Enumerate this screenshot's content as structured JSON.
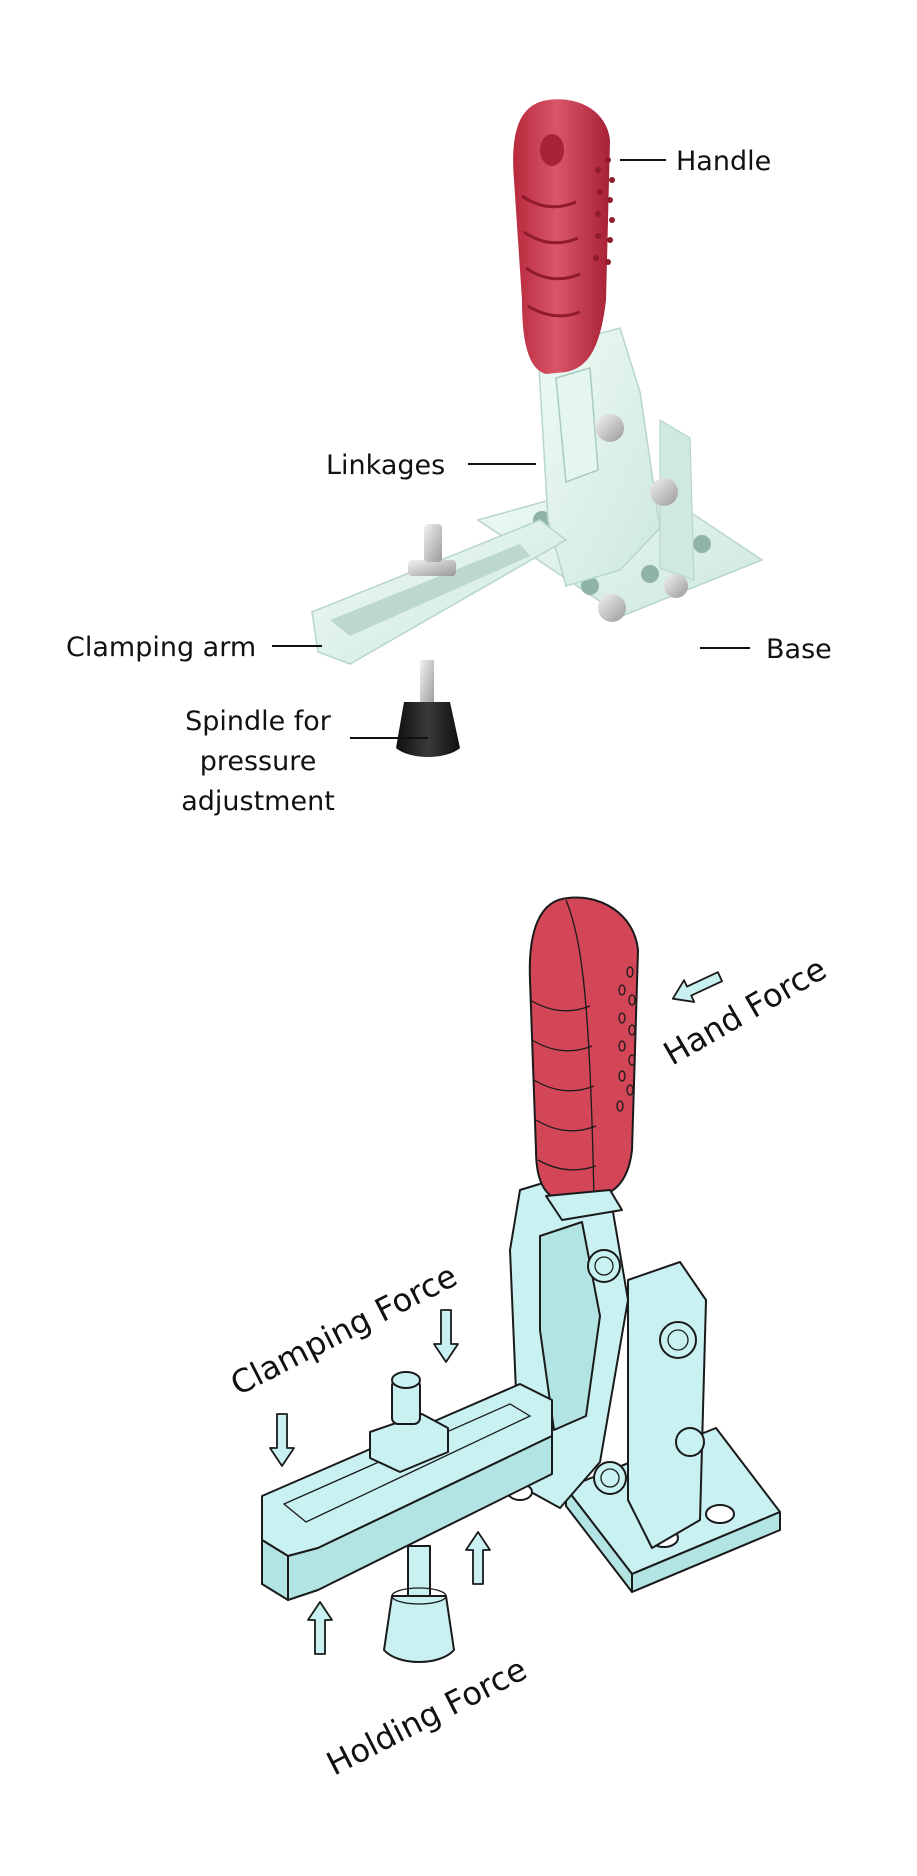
{
  "top_diagram": {
    "labels": {
      "handle": "Handle",
      "linkages": "Linkages",
      "clamping_arm": "Clamping arm",
      "base": "Base",
      "spindle_line1": "Spindle for",
      "spindle_line2": "pressure",
      "spindle_line3": "adjustment"
    }
  },
  "bottom_diagram": {
    "labels": {
      "hand_force": "Hand Force",
      "clamping_force": "Clamping Force",
      "holding_force": "Holding Force"
    }
  },
  "colors": {
    "handle_red": "#d24658",
    "metal_mint": "#dcf2ea",
    "line_cyan": "#c9f1f1",
    "rubber_black": "#1e1e1e"
  }
}
